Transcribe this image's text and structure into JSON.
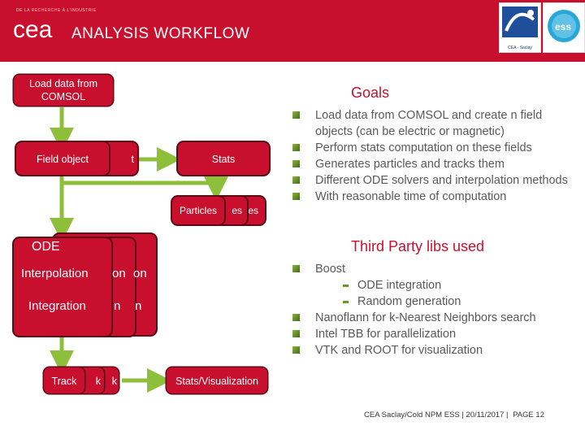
{
  "header": {
    "tiny_text": "DE LA RECHERCHE À L'INDUSTRIE",
    "logo_text": "cea",
    "title": "ANALYSIS WORKFLOW",
    "partner1_caption": "CEA - Saclay"
  },
  "diagram": {
    "load": "Load data from COMSOL",
    "field": "Field object",
    "field_shadow": "t",
    "stats": "Stats",
    "particles": "Particles",
    "particles_shadow1": "es",
    "particles_shadow2": "es",
    "ode": "ODE",
    "interp": "Interpolation",
    "interp_shadow1": "on",
    "interp_shadow2": "on",
    "integ": "Integration",
    "integ_shadow1": "n",
    "integ_shadow2": "n",
    "track": "Track",
    "track_shadow1": "k",
    "track_shadow2": "k",
    "statsviz": "Stats/Visualization"
  },
  "goals": {
    "title": "Goals",
    "items": [
      "Load data from COMSOL and create n field objects (can be electric or magnetic)",
      "Perform stats computation on these fields",
      "Generates particles and tracks them",
      "Different ODE solvers and interpolation methods",
      "With reasonable time of computation"
    ]
  },
  "libs": {
    "title": "Third Party libs used",
    "item0": "Boost",
    "sub0": "ODE integration",
    "sub1": "Random generation",
    "item1": "Nanoflann for k-Nearest Neighbors search",
    "item2": "Intel TBB for parallelization",
    "item3": "VTK and ROOT for visualization"
  },
  "footer": {
    "text": "CEA Saclay/Cold NPM ESS | 20/11/2017 |",
    "page_label": "PAGE 12"
  },
  "colors": {
    "brand_red": "#c8102e",
    "arrow_green": "#8dbf3a",
    "bullet_green": "#5e8e25",
    "text_gray": "#595959"
  }
}
